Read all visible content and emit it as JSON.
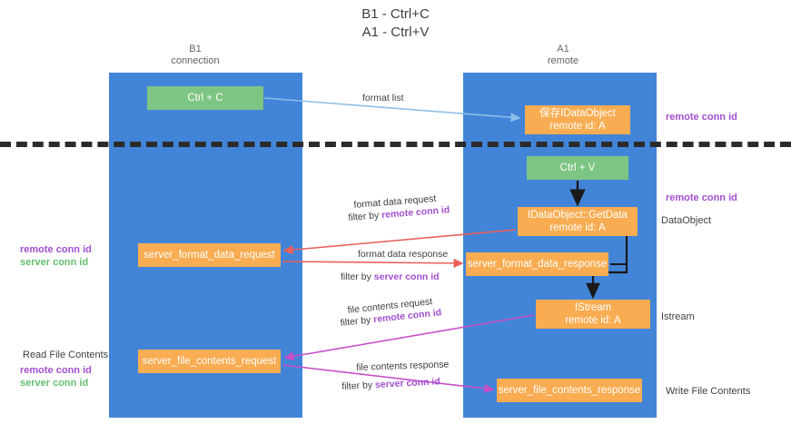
{
  "title": {
    "line1": "B1 - Ctrl+C",
    "line2": "A1 - Ctrl+V"
  },
  "columns": [
    {
      "id": "b1",
      "name": "B1",
      "subtitle": "connection"
    },
    {
      "id": "a1",
      "name": "A1",
      "subtitle": "remote"
    }
  ],
  "nodes": [
    {
      "id": "ctrl-c",
      "type": "action",
      "color": "#7dc583",
      "line1": "Ctrl + C",
      "line2": ""
    },
    {
      "id": "save-idataobject",
      "type": "object",
      "color": "#f9ac51",
      "line1": "保存IDataObject",
      "line2": "remote id: A"
    },
    {
      "id": "ctrl-v",
      "type": "action",
      "color": "#7dc583",
      "line1": "Ctrl + V",
      "line2": ""
    },
    {
      "id": "getdata",
      "type": "object",
      "color": "#f9ac51",
      "line1": "IDataObject::GetData",
      "line2": "remote id: A"
    },
    {
      "id": "format-data-request",
      "type": "message",
      "color": "#f9ac51",
      "line1": "server_format_data_request",
      "line2": ""
    },
    {
      "id": "format-data-response",
      "type": "message",
      "color": "#f9ac51",
      "line1": "server_format_data_response",
      "line2": ""
    },
    {
      "id": "istream",
      "type": "object",
      "color": "#f9ac51",
      "line1": "IStream",
      "line2": "remote id: A"
    },
    {
      "id": "file-contents-request",
      "type": "message",
      "color": "#f9ac51",
      "line1": "server_file_contents_request",
      "line2": ""
    },
    {
      "id": "file-contents-response",
      "type": "message",
      "color": "#f9ac51",
      "line1": "server_file_contents_response",
      "line2": ""
    }
  ],
  "edges": [
    {
      "id": "format-list",
      "label": "format list",
      "filter": "",
      "filter_key": "",
      "color": "#8cc0e8"
    },
    {
      "id": "format-data-request",
      "label": "format data request",
      "filter": "filter by ",
      "filter_key": "remote conn id",
      "color": "#e8615a"
    },
    {
      "id": "format-data-response",
      "label": "format data response",
      "filter": "filter by ",
      "filter_key": "server conn id",
      "color": "#e8615a"
    },
    {
      "id": "file-contents-request",
      "label": "file contents request",
      "filter": "filter by ",
      "filter_key": "remote conn id",
      "color": "#c74fc7"
    },
    {
      "id": "file-contents-response",
      "label": "file contents response",
      "filter": "filter by ",
      "filter_key": "server conn id",
      "color": "#c74fc7"
    }
  ],
  "side_labels": {
    "right": [
      {
        "id": "remote-conn-id-top",
        "text": "remote conn id",
        "style": "purple"
      },
      {
        "id": "remote-conn-id-middle",
        "text": "remote conn id",
        "style": "purple"
      },
      {
        "id": "dataobject",
        "text": "DataObject",
        "style": "plain"
      },
      {
        "id": "istream",
        "text": "Istream",
        "style": "plain"
      },
      {
        "id": "write-file-contents",
        "text": "Write File Contents",
        "style": "plain"
      }
    ],
    "left": [
      {
        "id": "remote-conn-id",
        "text": "remote conn id",
        "style": "purple"
      },
      {
        "id": "server-conn-id",
        "text": "server conn id",
        "style": "green"
      },
      {
        "id": "read-file-contents",
        "text": "Read File Contents",
        "style": "plain"
      },
      {
        "id": "remote-conn-id-2",
        "text": "remote conn id",
        "style": "purple"
      },
      {
        "id": "server-conn-id-2",
        "text": "server conn id",
        "style": "green"
      }
    ]
  },
  "colors": {
    "lane": "#4285d8",
    "action": "#7dc583",
    "object": "#f9ac51",
    "divider": "#2b2b2b",
    "purple": "#a24fd0",
    "green_text": "#63bf6d",
    "arrow_blue": "#8cc0e8",
    "arrow_red": "#e8615a",
    "arrow_magenta": "#c74fc7",
    "arrow_black": "#1a1a1a"
  }
}
